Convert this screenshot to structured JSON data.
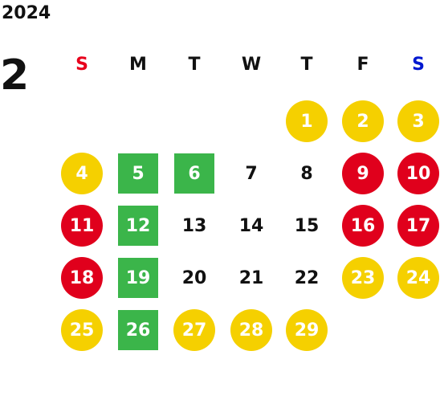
{
  "calendar": {
    "year": "2024",
    "month": "2",
    "weekdays": [
      {
        "label": "S",
        "color": "#e8001c"
      },
      {
        "label": "M",
        "color": "#111111"
      },
      {
        "label": "T",
        "color": "#111111"
      },
      {
        "label": "W",
        "color": "#111111"
      },
      {
        "label": "T",
        "color": "#111111"
      },
      {
        "label": "F",
        "color": "#111111"
      },
      {
        "label": "S",
        "color": "#0018d0"
      }
    ],
    "colors": {
      "yellow": "#f5d000",
      "red": "#e0001c",
      "green": "#3bb54a",
      "text": "#111111"
    },
    "days": [
      {
        "label": "1",
        "style": "yellow-circle"
      },
      {
        "label": "2",
        "style": "yellow-circle"
      },
      {
        "label": "3",
        "style": "yellow-circle"
      },
      {
        "label": "4",
        "style": "yellow-circle"
      },
      {
        "label": "5",
        "style": "green-square"
      },
      {
        "label": "6",
        "style": "green-square"
      },
      {
        "label": "7",
        "style": "plain"
      },
      {
        "label": "8",
        "style": "plain"
      },
      {
        "label": "9",
        "style": "red-circle"
      },
      {
        "label": "10",
        "style": "red-circle"
      },
      {
        "label": "11",
        "style": "red-circle"
      },
      {
        "label": "12",
        "style": "green-square"
      },
      {
        "label": "13",
        "style": "plain"
      },
      {
        "label": "14",
        "style": "plain"
      },
      {
        "label": "15",
        "style": "plain"
      },
      {
        "label": "16",
        "style": "red-circle"
      },
      {
        "label": "17",
        "style": "red-circle"
      },
      {
        "label": "18",
        "style": "red-circle"
      },
      {
        "label": "19",
        "style": "green-square"
      },
      {
        "label": "20",
        "style": "plain"
      },
      {
        "label": "21",
        "style": "plain"
      },
      {
        "label": "22",
        "style": "plain"
      },
      {
        "label": "23",
        "style": "yellow-circle"
      },
      {
        "label": "24",
        "style": "yellow-circle"
      },
      {
        "label": "25",
        "style": "yellow-circle"
      },
      {
        "label": "26",
        "style": "green-square"
      },
      {
        "label": "27",
        "style": "yellow-circle"
      },
      {
        "label": "28",
        "style": "yellow-circle"
      },
      {
        "label": "29",
        "style": "yellow-circle"
      }
    ]
  }
}
